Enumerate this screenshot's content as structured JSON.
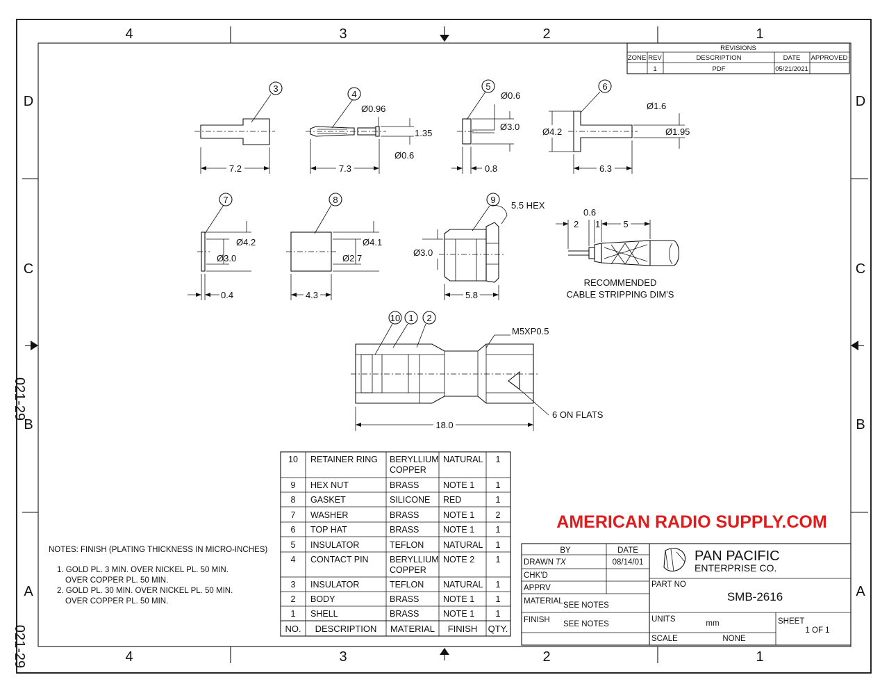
{
  "zones": {
    "cols": [
      "4",
      "3",
      "2",
      "1"
    ],
    "rows": [
      "D",
      "C",
      "B",
      "A"
    ]
  },
  "side_code": "021-29",
  "revisions": {
    "title": "REVISIONS",
    "headers": [
      "ZONE",
      "REV",
      "DESCRIPTION",
      "DATE",
      "APPROVED"
    ],
    "row": [
      "",
      "1",
      "PDF",
      "05/21/2021",
      ""
    ]
  },
  "views": {
    "balloons": [
      "1",
      "2",
      "3",
      "4",
      "5",
      "6",
      "7",
      "8",
      "9",
      "10"
    ],
    "p3": {
      "len": "7.2"
    },
    "p4": {
      "d1": "Ø0.96",
      "d2": "1.35",
      "d3": "Ø0.6",
      "len": "7.3"
    },
    "p5": {
      "d1": "Ø0.6",
      "d2": "Ø3.0",
      "len": "0.8"
    },
    "p6": {
      "d1": "Ø1.6",
      "d2": "Ø4.2",
      "d3": "Ø1.95",
      "len": "6.3"
    },
    "p7": {
      "d1": "Ø4.2",
      "d2": "Ø3.0",
      "len": "0.4"
    },
    "p8": {
      "d1": "Ø4.1",
      "d2": "Ø2.7",
      "len": "4.3"
    },
    "p9": {
      "hex": "5.5 HEX",
      "d1": "Ø3.0",
      "len": "5.8"
    },
    "strip": {
      "d1": "0.6",
      "d2": "2",
      "d3": "1",
      "d4": "5",
      "caption1": "RECOMMENDED",
      "caption2": "CABLE STRIPPING DIM'S"
    },
    "assembly": {
      "thread": "M5XP0.5",
      "flats": "6  ON  FLATS",
      "len": "18.0"
    }
  },
  "bom": {
    "headers": [
      "NO.",
      "DESCRIPTION",
      "MATERIAL",
      "FINISH",
      "QTY."
    ],
    "rows": [
      {
        "no": "10",
        "desc": "RETAINER  RING",
        "mat1": "BERYLLIUM",
        "mat2": "COPPER",
        "fin": "NATURAL",
        "qty": "1"
      },
      {
        "no": "9",
        "desc": "HEX  NUT",
        "mat1": "BRASS",
        "mat2": "",
        "fin": "NOTE  1",
        "qty": "1"
      },
      {
        "no": "8",
        "desc": "GASKET",
        "mat1": "SILICONE",
        "mat2": "",
        "fin": "RED",
        "qty": "1"
      },
      {
        "no": "7",
        "desc": "WASHER",
        "mat1": "BRASS",
        "mat2": "",
        "fin": "NOTE  1",
        "qty": "2"
      },
      {
        "no": "6",
        "desc": "TOP  HAT",
        "mat1": "BRASS",
        "mat2": "",
        "fin": "NOTE  1",
        "qty": "1"
      },
      {
        "no": "5",
        "desc": "INSULATOR",
        "mat1": "TEFLON",
        "mat2": "",
        "fin": "NATURAL",
        "qty": "1"
      },
      {
        "no": "4",
        "desc": "CONTACT  PIN",
        "mat1": "BERYLLIUM",
        "mat2": "COPPER",
        "fin": "NOTE  2",
        "qty": "1"
      },
      {
        "no": "3",
        "desc": "INSULATOR",
        "mat1": "TEFLON",
        "mat2": "",
        "fin": "NATURAL",
        "qty": "1"
      },
      {
        "no": "2",
        "desc": "BODY",
        "mat1": "BRASS",
        "mat2": "",
        "fin": "NOTE  1",
        "qty": "1"
      },
      {
        "no": "1",
        "desc": "SHELL",
        "mat1": "BRASS",
        "mat2": "",
        "fin": "NOTE  1",
        "qty": "1"
      }
    ]
  },
  "notes": {
    "title": "NOTES: FINISH (PLATING THICKNESS IN MICRO-INCHES)",
    "lines": [
      "1. GOLD PL. 3 MIN. OVER NICKEL PL. 50 MIN.",
      "OVER COPPER PL. 50 MIN.",
      "2. GOLD PL. 30 MIN. OVER NICKEL PL. 50 MIN.",
      "OVER COPPER PL. 50 MIN."
    ]
  },
  "watermark": {
    "text": "AMERICAN RADIO SUPPLY.COM",
    "color": "#e01b1b"
  },
  "title_block": {
    "by_label": "BY",
    "date_label": "DATE",
    "drawn_label": "DRAWN",
    "drawn_by": "TX",
    "drawn_date": "08/14/01",
    "chkd_label": "CHK'D",
    "apprv_label": "APPRV",
    "material_label": "MATERIAL",
    "material_value": "SEE  NOTES",
    "finish_label": "FINISH",
    "finish_value": "SEE  NOTES",
    "company1": "PAN PACIFIC",
    "company2": "ENTERPRISE CO.",
    "part_no_label": "PART NO",
    "part_no": "SMB-2616",
    "units_label": "UNITS",
    "units": "mm",
    "scale_label": "SCALE",
    "scale": "NONE",
    "sheet_label": "SHEET",
    "sheet": "1  OF  1"
  }
}
